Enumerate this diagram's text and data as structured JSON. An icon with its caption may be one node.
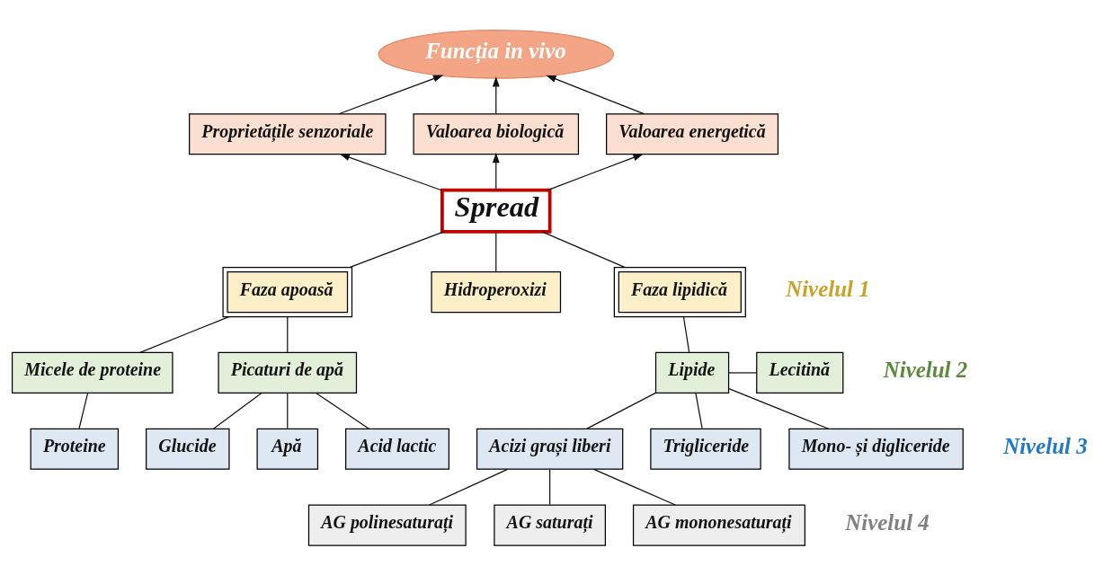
{
  "diagram": {
    "nodes": [
      {
        "text": [
          "Funcția in vivo"
        ]
      },
      {
        "text": [
          "Proprietățile senzoriale"
        ]
      },
      {
        "text": [
          "Valoarea biologică"
        ]
      },
      {
        "text": [
          "Valoarea energetică"
        ]
      },
      {
        "text": [
          "Spread"
        ]
      },
      {
        "text": [
          "Faza apoasă"
        ]
      },
      {
        "text": [
          "Hidroperoxizi"
        ]
      },
      {
        "text": [
          "Faza lipidică"
        ]
      },
      {
        "text": [
          "Micele de proteine"
        ]
      },
      {
        "text": [
          "Picaturi de apă"
        ]
      },
      {
        "text": [
          "Lipide"
        ]
      },
      {
        "text": [
          "Lecitină"
        ]
      },
      {
        "text": [
          "Proteine"
        ]
      },
      {
        "text": [
          "Glucide"
        ]
      },
      {
        "text": [
          "Apă"
        ]
      },
      {
        "text": [
          "Acid lactic"
        ]
      },
      {
        "text": [
          "Acizi grași liberi"
        ]
      },
      {
        "text": [
          "Trigliceride"
        ]
      },
      {
        "text": [
          "Mono- și digliceride"
        ]
      },
      {
        "text": [
          "AG polinesaturați"
        ]
      },
      {
        "text": [
          "AG saturați"
        ]
      },
      {
        "text": [
          "AG mononesaturați"
        ]
      }
    ],
    "edges": [
      {
        "from": 1,
        "to": 0,
        "arrow": "to"
      },
      {
        "from": 2,
        "to": 0,
        "arrow": "to"
      },
      {
        "from": 3,
        "to": 0,
        "arrow": "to"
      },
      {
        "from": 4,
        "to": 1,
        "arrow": "to"
      },
      {
        "from": 4,
        "to": 2,
        "arrow": "to"
      },
      {
        "from": 4,
        "to": 3,
        "arrow": "to"
      },
      {
        "from": 4,
        "to": 5,
        "arrow": "none"
      },
      {
        "from": 4,
        "to": 6,
        "arrow": "none"
      },
      {
        "from": 4,
        "to": 7,
        "arrow": "none"
      },
      {
        "from": 5,
        "to": 8,
        "arrow": "none"
      },
      {
        "from": 5,
        "to": 9,
        "arrow": "none"
      },
      {
        "from": 7,
        "to": 10,
        "arrow": "none"
      },
      {
        "from": 10,
        "to": 11,
        "arrow": "none"
      },
      {
        "from": 8,
        "to": 12,
        "arrow": "none"
      },
      {
        "from": 9,
        "to": 13,
        "arrow": "none"
      },
      {
        "from": 9,
        "to": 14,
        "arrow": "none"
      },
      {
        "from": 9,
        "to": 15,
        "arrow": "none"
      },
      {
        "from": 10,
        "to": 16,
        "arrow": "none"
      },
      {
        "from": 10,
        "to": 17,
        "arrow": "none"
      },
      {
        "from": 10,
        "to": 18,
        "arrow": "none"
      },
      {
        "from": 16,
        "to": 19,
        "arrow": "none"
      },
      {
        "from": 16,
        "to": 20,
        "arrow": "none"
      },
      {
        "from": 16,
        "to": 21,
        "arrow": "none"
      }
    ],
    "labels": [
      "Nivelul 1",
      "Nivelul 2",
      "Nivelul 3",
      "Nivelul 4"
    ]
  }
}
